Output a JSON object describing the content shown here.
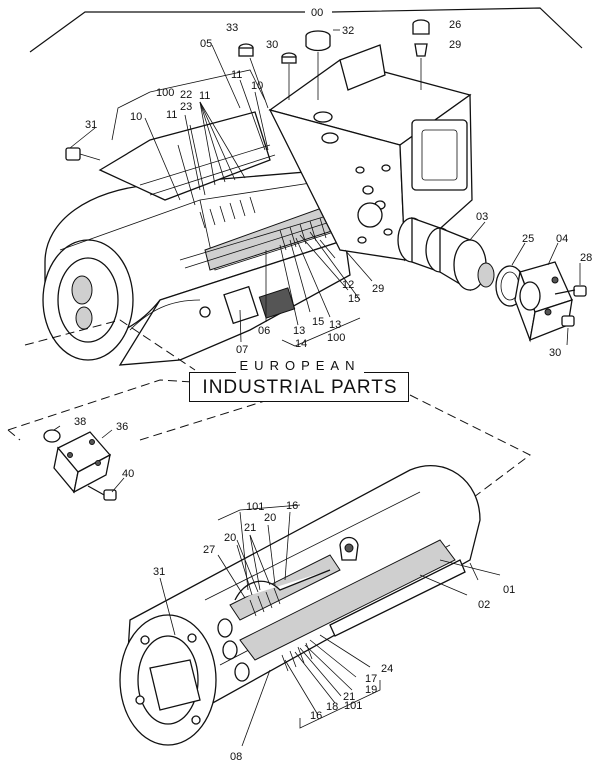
{
  "logo": {
    "line1": "EUROPEAN",
    "line2": "INDUSTRIAL PARTS"
  },
  "callouts": {
    "c00": "00",
    "c32": "32",
    "c26": "26",
    "c29a": "29",
    "c33": "33",
    "c30a": "30",
    "c05": "05",
    "c100a": "100",
    "c11a": "11",
    "c10a": "10",
    "c22": "22",
    "c23": "23",
    "c11b": "11",
    "c11c": "11",
    "c31a": "31",
    "c10b": "10",
    "c03": "03",
    "c25": "25",
    "c04": "04",
    "c28": "28",
    "c29b": "29",
    "c12": "12",
    "c15a": "15",
    "c15b": "15",
    "c13a": "13",
    "c13b": "13",
    "c14": "14",
    "c100b": "100",
    "c06": "06",
    "c07": "07",
    "c30b": "30",
    "c38": "38",
    "c36": "36",
    "c40": "40",
    "c101a": "101",
    "c16a": "16",
    "c20a": "20",
    "c21a": "21",
    "c20b": "20",
    "c27": "27",
    "c31b": "31",
    "c01": "01",
    "c02": "02",
    "c24": "24",
    "c17": "17",
    "c19": "19",
    "c21b": "21",
    "c18": "18",
    "c16b": "16",
    "c101b": "101",
    "c08": "08"
  }
}
